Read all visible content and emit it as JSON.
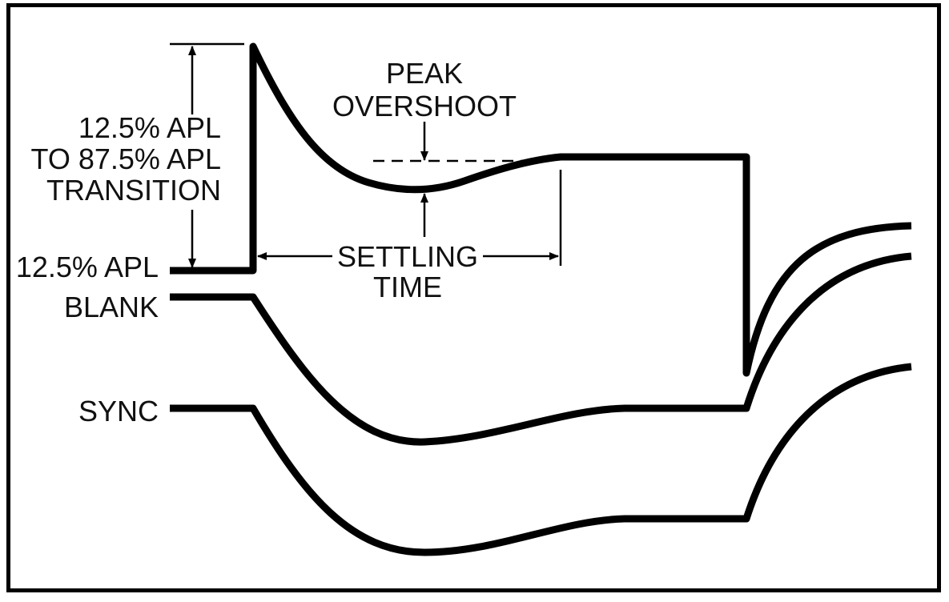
{
  "diagram": {
    "labels": {
      "transition_line1": "12.5% APL",
      "transition_line2": "TO 87.5% APL",
      "transition_line3": "TRANSITION",
      "apl_level": "12.5% APL",
      "blank_level": "BLANK",
      "sync_level": "SYNC",
      "peak_line1": "PEAK",
      "peak_line2": "OVERSHOOT",
      "settling_line1": "SETTLING",
      "settling_line2": "TIME"
    }
  }
}
